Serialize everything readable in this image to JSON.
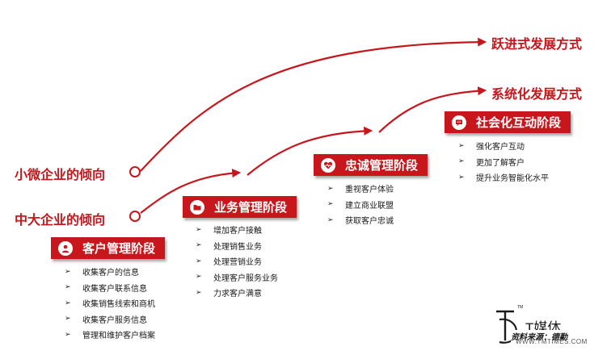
{
  "side_labels": {
    "small": "小微企业的倾向",
    "medium": "中大企业的倾向"
  },
  "targets": {
    "leap": "跃进式发展方式",
    "systematic": "系统化发展方式"
  },
  "stages": [
    {
      "title": "客户管理阶段",
      "icon": "person-icon",
      "items": [
        "收集客户的信息",
        "收集客户联系信息",
        "收集销售线索和商机",
        "收集客户服务信息",
        "管理和维护客户档案"
      ]
    },
    {
      "title": "业务管理阶段",
      "icon": "folder-icon",
      "items": [
        "增加客户接触",
        "处理销售业务",
        "处理营销业务",
        "处理客户服务业务",
        "力求客户满意"
      ]
    },
    {
      "title": "忠诚管理阶段",
      "icon": "heart-pulse-icon",
      "items": [
        "重视客户体验",
        "建立商业联盟",
        "获取客户忠诚"
      ]
    },
    {
      "title": "社会化互动阶段",
      "icon": "chat-icon",
      "items": [
        "强化客户互动",
        "更加了解客户",
        "提升业务智能化水平"
      ]
    }
  ],
  "logo": {
    "brand": "T媒体",
    "source": "资料来源：德勤",
    "trademark": "TM",
    "watermark": "WWW.TMTIMES.COM"
  },
  "colors": {
    "accent": "#c8161d",
    "text": "#1a1a1a"
  }
}
